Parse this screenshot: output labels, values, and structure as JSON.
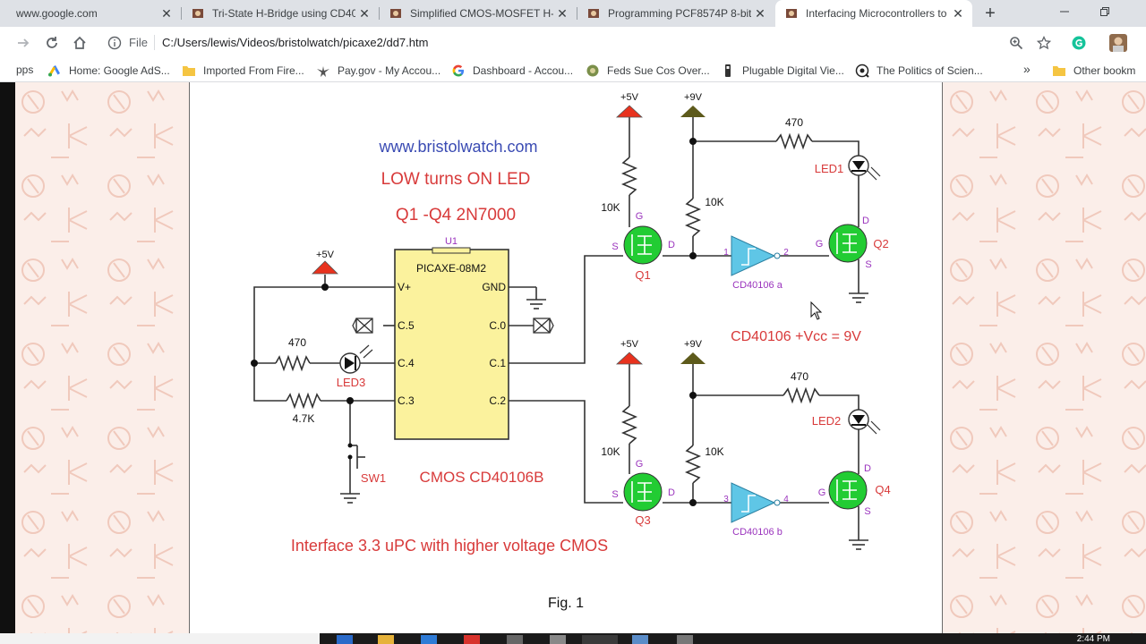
{
  "tabs": [
    {
      "title": "www.google.com",
      "favicon": "google-g-icon",
      "active": false
    },
    {
      "title": "Tri-State H-Bridge using CD40",
      "favicon": "bristolwatch-icon",
      "active": false
    },
    {
      "title": "Simplified CMOS-MOSFET H-B",
      "favicon": "bristolwatch-icon",
      "active": false
    },
    {
      "title": "Programming PCF8574P 8-bit",
      "favicon": "bristolwatch-icon",
      "active": false
    },
    {
      "title": "Interfacing Microcontrollers to",
      "favicon": "bristolwatch-icon",
      "active": true
    }
  ],
  "toolbar": {
    "scheme_label": "File",
    "url": "C:/Users/lewis/Videos/bristolwatch/picaxe2/dd7.htm"
  },
  "bookmarks": {
    "apps_label": "pps",
    "items": [
      {
        "label": "Home: Google AdS...",
        "icon": "google-ads-icon"
      },
      {
        "label": "Imported From Fire...",
        "icon": "folder-icon"
      },
      {
        "label": "Pay.gov - My Accou...",
        "icon": "eagle-icon"
      },
      {
        "label": "Dashboard - Accou...",
        "icon": "google-g-icon"
      },
      {
        "label": "Feds Sue Cos Over...",
        "icon": "globe-icon"
      },
      {
        "label": "Plugable Digital Vie...",
        "icon": "usb-icon"
      },
      {
        "label": "The Politics of Scien...",
        "icon": "eye-icon"
      }
    ],
    "overflow": "»",
    "other_label": "Other bookm"
  },
  "colors": {
    "wire": "#333333",
    "title_red": "#d83a3a",
    "site_blue": "#3a4bb3",
    "mosfet_green": "#22cc33",
    "buffer_blue": "#5fc6e6",
    "picaxe_yellow": "#fbf29d",
    "plus5_red": "#e8321e",
    "plus9_olive": "#5d5a1b",
    "label_purple": "#9a33bd",
    "bg_pattern": "#fbeee9"
  },
  "schematic": {
    "site": "www.bristolwatch.com",
    "title1": "LOW turns ON LED",
    "title2": "Q1 -Q4 2N7000",
    "u1_label": "U1",
    "ic_name": "PICAXE-08M2",
    "pins": {
      "vplus": "V+",
      "c5": "C.5",
      "c4": "C.4",
      "c3": "C.3",
      "gnd": "GND",
      "c0": "C.0",
      "c1": "C.1",
      "c2": "C.2"
    },
    "supply5": "+5V",
    "supply9": "+9V",
    "r470": "470",
    "r47k": "4.7K",
    "r10k": "10K",
    "led1": "LED1",
    "led2": "LED2",
    "led3": "LED3",
    "sw1": "SW1",
    "q1": "Q1",
    "q2": "Q2",
    "q3": "Q3",
    "q4": "Q4",
    "gate": "G",
    "drain": "D",
    "source": "S",
    "buf_a": "CD40106 a",
    "buf_b": "CD40106 b",
    "pin1": "1",
    "pin2": "2",
    "pin3": "3",
    "pin4": "4",
    "vcc_note": "CD40106 +Vcc = 9V",
    "cmos_label": "CMOS CD40106B",
    "interface_note": "Interface 3.3 uPC with higher voltage CMOS",
    "fig": "Fig. 1"
  },
  "taskbar": {
    "clock": "2:44 PM"
  }
}
